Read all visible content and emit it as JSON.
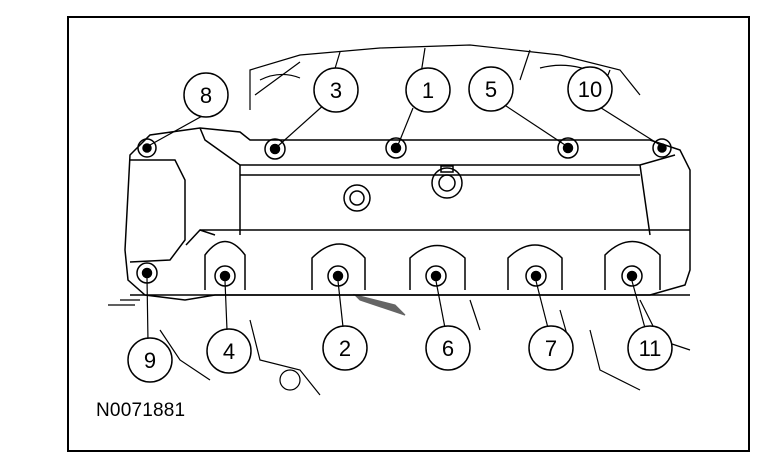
{
  "figure_id": "N0071881",
  "callouts": [
    {
      "label": "8"
    },
    {
      "label": "3"
    },
    {
      "label": "1"
    },
    {
      "label": "5"
    },
    {
      "label": "10"
    },
    {
      "label": "9"
    },
    {
      "label": "4"
    },
    {
      "label": "2"
    },
    {
      "label": "6"
    },
    {
      "label": "7"
    },
    {
      "label": "11"
    }
  ],
  "colors": {
    "line": "#000000",
    "background": "#ffffff"
  }
}
